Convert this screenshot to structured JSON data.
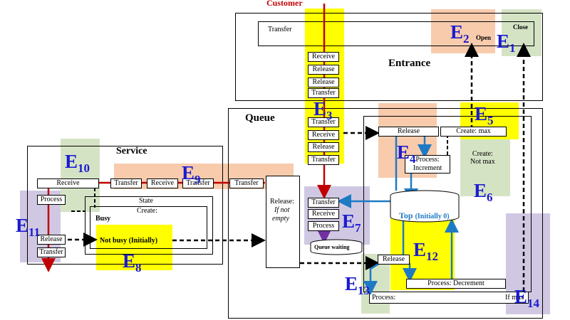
{
  "customer_label": "Customer",
  "entrance": {
    "title": "Entrance",
    "transfer": "Transfer",
    "open": "Open",
    "close": "Close",
    "ops": [
      "Receive",
      "Release",
      "Release",
      "Transfer"
    ]
  },
  "queue": {
    "title": "Queue",
    "ops_top": [
      "Transfer",
      "Receive",
      "Release",
      "Transfer"
    ],
    "release": "Release",
    "create_max": "Create: max",
    "create_not_max": "Create:\nNot max",
    "process_increment": "Process:\nIncrement",
    "top_label": "Top",
    "top_initial": "(Initially 0)",
    "ops_lower": [
      "Transfer",
      "Receive",
      "Process"
    ],
    "queue_waiting": "Queue waiting",
    "release2": "Release",
    "process_decrement": "Process: Decrement",
    "process_bottom": "Process:",
    "if_max": "If max",
    "release_if_not_empty_1": "Release:",
    "release_if_not_empty_2": "If not",
    "release_if_not_empty_3": "empty"
  },
  "service": {
    "title": "Service",
    "receive": "Receive",
    "transfer1": "Transfer",
    "receive2": "Receive",
    "transfer2": "Transfer",
    "transfer3": "Transfer",
    "process": "Process",
    "release": "Release",
    "transfer_out": "Transfer",
    "state": "State",
    "create": "Create:",
    "busy": "Busy",
    "not_busy": "Not busy (Initially)"
  },
  "events": {
    "e1": {
      "main": "E",
      "sub": "1"
    },
    "e2": {
      "main": "E",
      "sub": "2"
    },
    "e3": {
      "main": "E",
      "sub": "3"
    },
    "e4": {
      "main": "E",
      "sub": "4"
    },
    "e5": {
      "main": "E",
      "sub": "5"
    },
    "e6": {
      "main": "E",
      "sub": "6"
    },
    "e7": {
      "main": "E",
      "sub": "7"
    },
    "e8": {
      "main": "E",
      "sub": "8"
    },
    "e9": {
      "main": "E",
      "sub": "9"
    },
    "e10": {
      "main": "E",
      "sub": "10"
    },
    "e11": {
      "main": "E",
      "sub": "11"
    },
    "e12": {
      "main": "E",
      "sub": "12"
    },
    "e13": {
      "main": "E",
      "sub": "13"
    },
    "e14": {
      "main": "E",
      "sub": "14"
    }
  },
  "colors": {
    "yellow": "#ffff00",
    "peach": "#f8cbad",
    "green": "#d5e3c5",
    "purple": "#d0c8e2",
    "flow_red": "#c00000",
    "flow_blue": "#1f7ac4",
    "event_blue": "#1a1ad0"
  }
}
